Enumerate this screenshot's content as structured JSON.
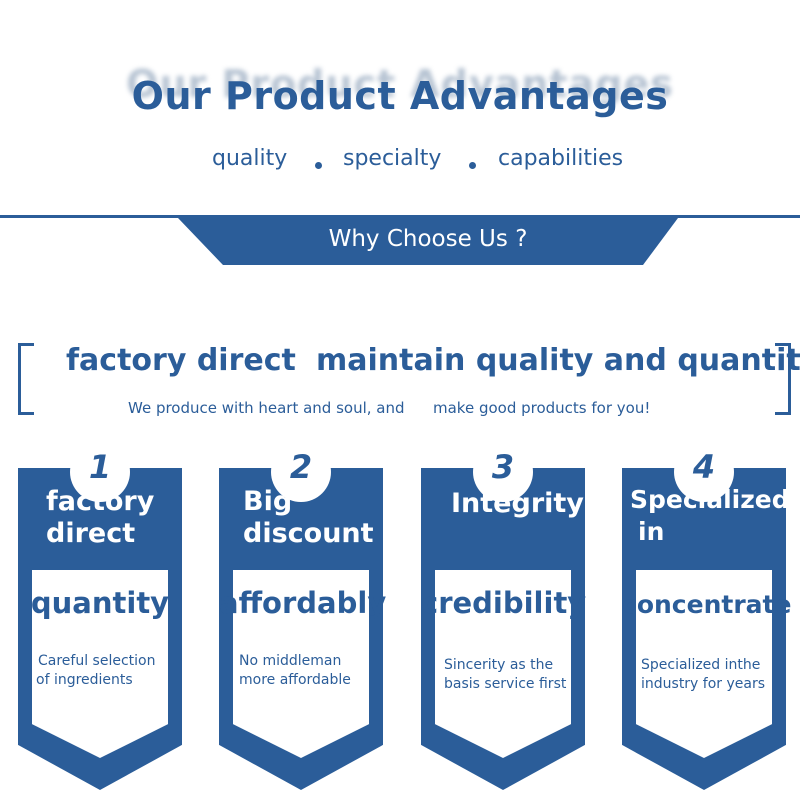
{
  "header": {
    "title": "Our Product Advantages",
    "tags": [
      "quality",
      "specialty",
      "capabilities"
    ]
  },
  "banner": {
    "label": "Why Choose Us ?"
  },
  "highlight": {
    "left": "factory direct",
    "right": "maintain quality and quantity",
    "sub_left": "We produce with heart and soul, and",
    "sub_right": "make good products for you!"
  },
  "cards": [
    {
      "number": "1",
      "title_line1": "factory",
      "title_line2": "direct",
      "keyword": "quantity",
      "desc_line1": "Careful selection",
      "desc_line2": "of ingredients"
    },
    {
      "number": "2",
      "title_line1": "Big",
      "title_line2": "discount",
      "keyword": "affordably",
      "desc_line1": "No middleman",
      "desc_line2": "more affordable"
    },
    {
      "number": "3",
      "title_line1": "Integrity",
      "title_line2": "",
      "keyword": "credibility",
      "desc_line1": "Sincerity as the",
      "desc_line2": "basis service first"
    },
    {
      "number": "4",
      "title_line1": "Specialized",
      "title_line2": "in",
      "keyword": "concentrate",
      "desc_line1": "Specialized inthe",
      "desc_line2": "industry for years"
    }
  ],
  "colors": {
    "brand_blue": "#2b5d99",
    "background": "#ffffff"
  }
}
